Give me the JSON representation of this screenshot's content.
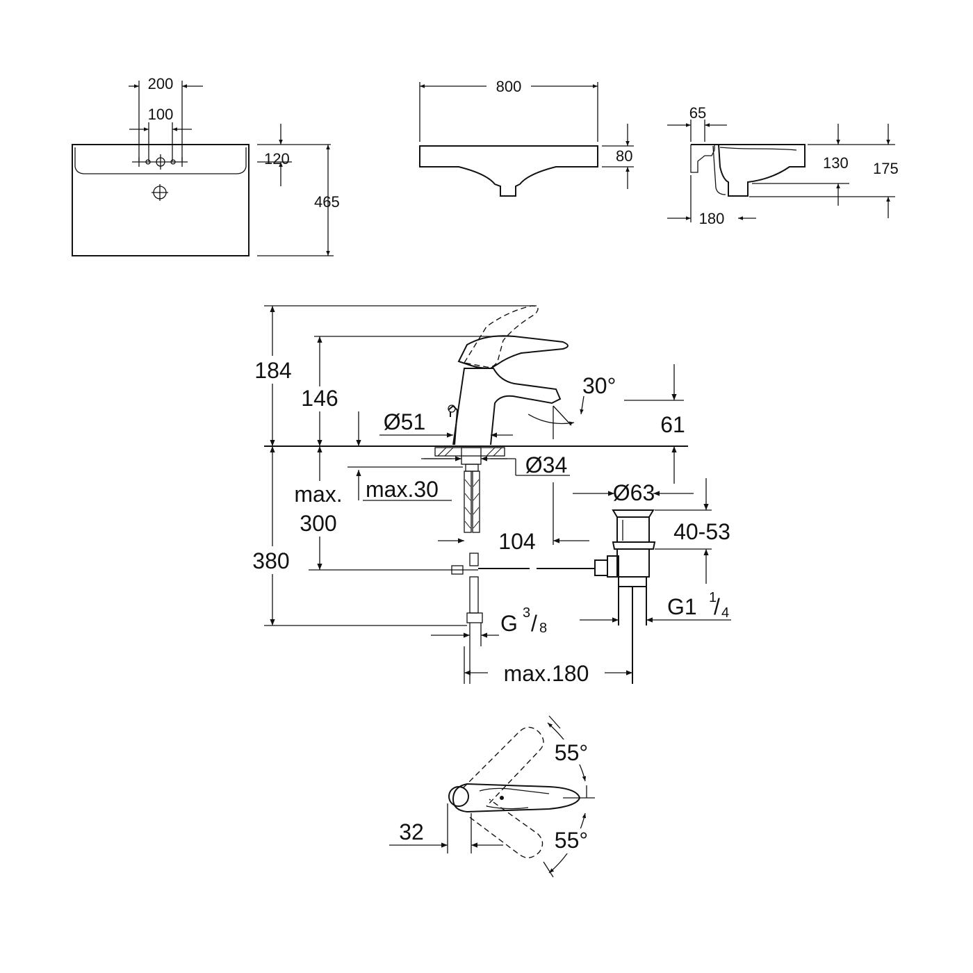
{
  "basin_top_view": {
    "dim_200": "200",
    "dim_100": "100",
    "dim_120": "120",
    "dim_465": "465"
  },
  "basin_front_view": {
    "dim_800": "800",
    "dim_80": "80"
  },
  "basin_side_view": {
    "dim_65": "65",
    "dim_130": "130",
    "dim_175": "175",
    "dim_180": "180"
  },
  "faucet_side_view": {
    "dim_184": "184",
    "dim_146": "146",
    "angle_30": "30°",
    "dim_61": "61",
    "dia_51": "Ø51",
    "dia_34": "Ø34",
    "max_30": "max.30",
    "max_label": "max.",
    "dim_300": "300",
    "dia_63": "Ø63",
    "dim_40_53": "40-53",
    "dim_104": "104",
    "dim_380": "380",
    "thread_g": "G",
    "thread_g_num": "3",
    "thread_g_den": "8",
    "thread_g1": "G1",
    "thread_g1_num": "1",
    "thread_g1_den": "4",
    "max_180": "max.180"
  },
  "faucet_top_view": {
    "angle_55_top": "55°",
    "angle_55_bottom": "55°",
    "dim_32": "32"
  }
}
